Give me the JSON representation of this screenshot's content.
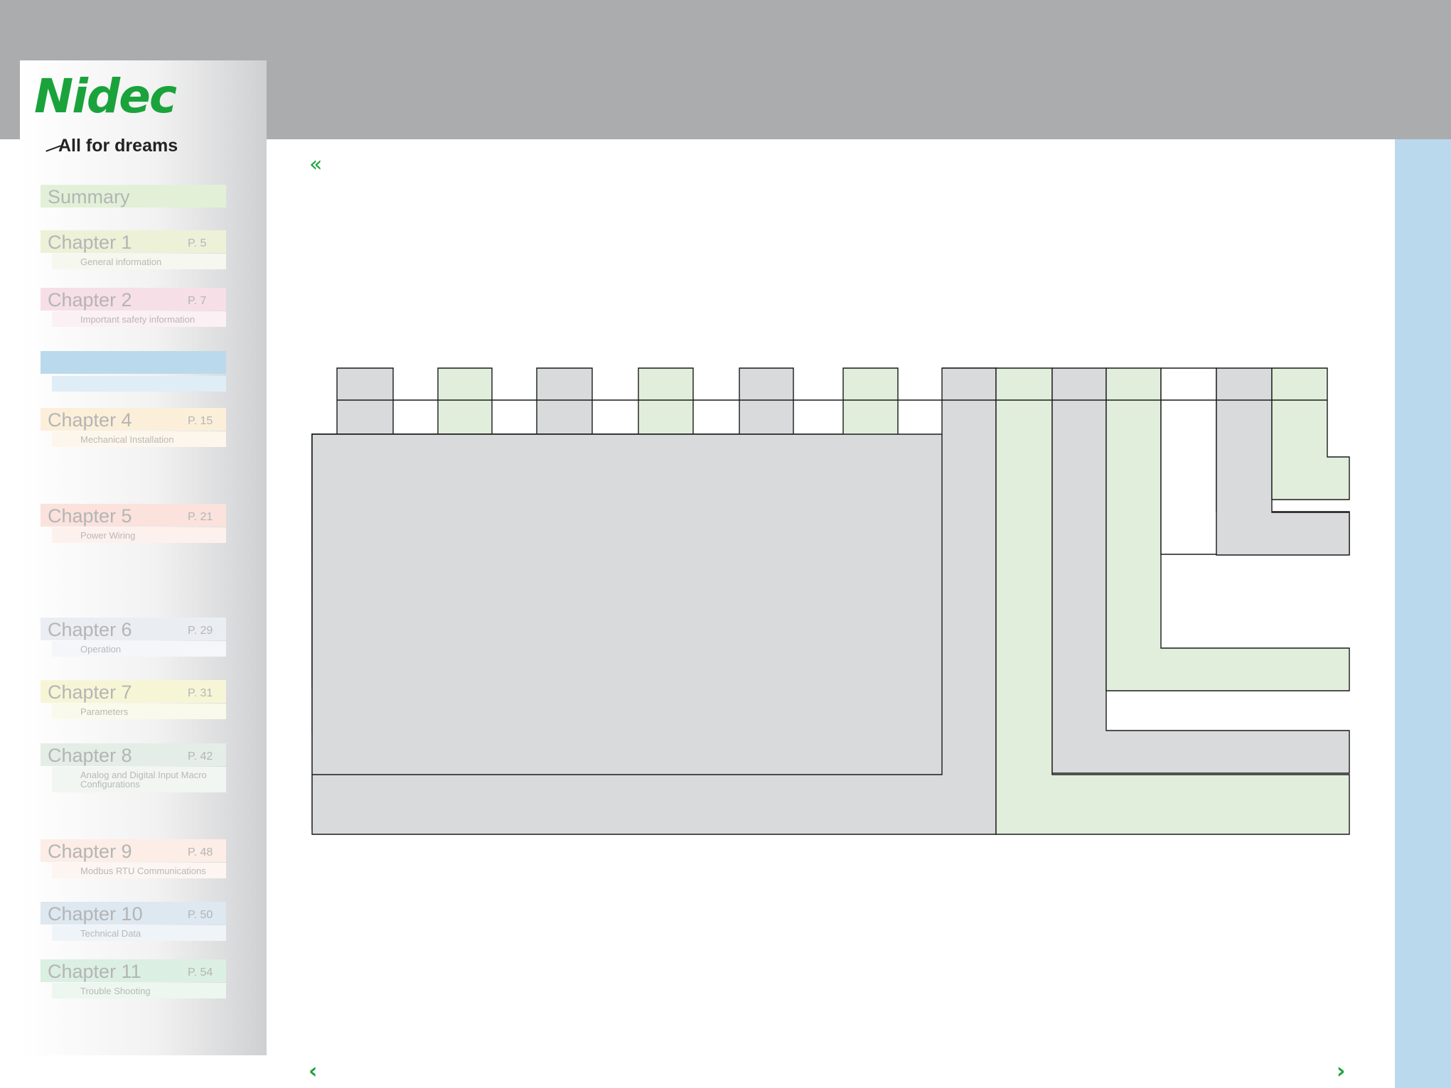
{
  "logo": {
    "wordmark": "Nidec",
    "tagline": "All for dreams"
  },
  "nav": {
    "summary": {
      "label": "Summary",
      "color": "#e2f0d7"
    },
    "chapters": [
      {
        "title": "Chapter 1",
        "page": "P. 5",
        "subtitle": "General information",
        "color": "#ecf1d8",
        "sub_color": "#f6f7ef"
      },
      {
        "title": "Chapter 2",
        "page": "P. 7",
        "subtitle": "Important safety information",
        "color": "#f6dfe7",
        "sub_color": "#fbf0f3"
      },
      {
        "title": "",
        "page": "",
        "subtitle": "",
        "color": "#bad9ec",
        "sub_color": "#dfedf6"
      },
      {
        "title": "Chapter 4",
        "page": "P. 15",
        "subtitle": "Mechanical Installation",
        "color": "#fcefd9",
        "sub_color": "#fdf6ec"
      },
      {
        "title": "Chapter 5",
        "page": "P. 21",
        "subtitle": "Power Wiring",
        "color": "#fbe2dc",
        "sub_color": "#fdf1ee"
      },
      {
        "title": "Chapter 6",
        "page": "P. 29",
        "subtitle": "Operation",
        "color": "#eaeef3",
        "sub_color": "#f4f6f9"
      },
      {
        "title": "Chapter 7",
        "page": "P. 31",
        "subtitle": "Parameters",
        "color": "#f6f6d7",
        "sub_color": "#fafaec"
      },
      {
        "title": "Chapter 8",
        "page": "P. 42",
        "subtitle": "Analog and Digital Input Macro Configurations",
        "color": "#e4eee6",
        "sub_color": "#f1f6f2"
      },
      {
        "title": "Chapter 9",
        "page": "P. 48",
        "subtitle": "Modbus RTU Communications",
        "color": "#fcede6",
        "sub_color": "#fdf5f1"
      },
      {
        "title": "Chapter 10",
        "page": "P. 50",
        "subtitle": "Technical Data",
        "color": "#dde8f1",
        "sub_color": "#eef4f8"
      },
      {
        "title": "Chapter 11",
        "page": "P. 54",
        "subtitle": "Trouble Shooting",
        "color": "#dbefe2",
        "sub_color": "#edf7f0"
      }
    ]
  },
  "navigation": {
    "back_icon": "double-chevron-left-icon",
    "prev_icon": "chevron-left-icon",
    "next_icon": "chevron-right-icon",
    "glyph_back": "«",
    "glyph_prev": "‹",
    "glyph_next": "›"
  },
  "colors": {
    "topbar": "#abacae",
    "rightbar": "#bad9ec",
    "accent": "#1aa33b",
    "fill_green": "#e0eedb",
    "fill_gray": "#d9dadc",
    "fill_white": "#ffffff"
  }
}
